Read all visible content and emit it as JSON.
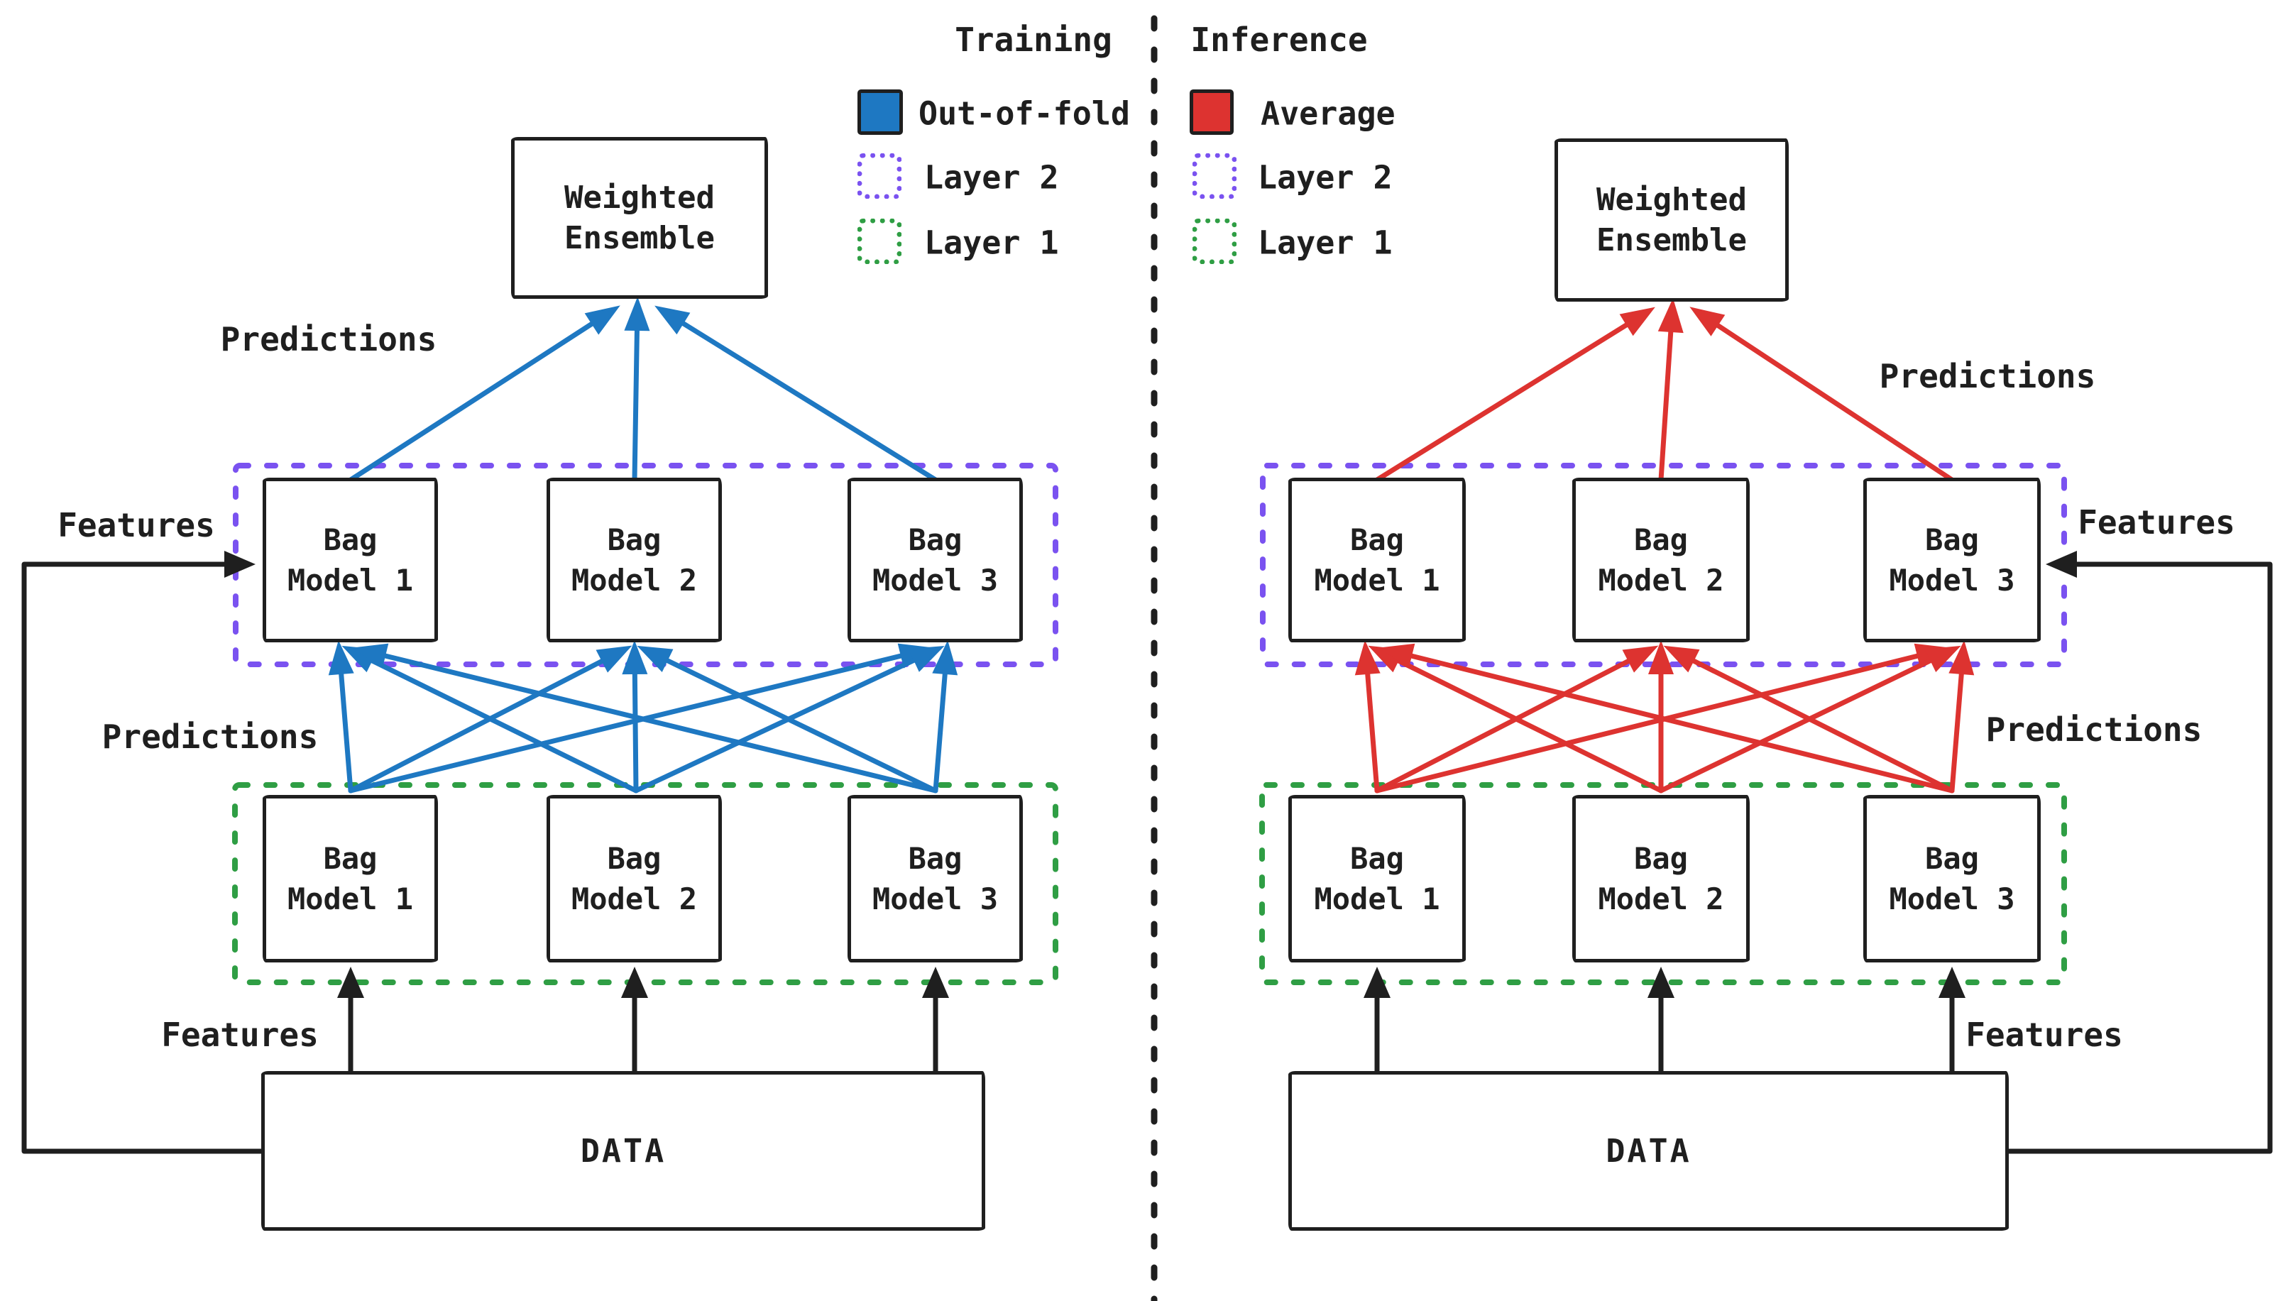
{
  "colors": {
    "training_accent": "#1e78c2",
    "inference_accent": "#dd3330",
    "layer2_border": "#7a52f0",
    "layer1_border": "#2f9e44",
    "ink": "#1f1f1f"
  },
  "legend": {
    "training": {
      "title": "Training",
      "swatch_label": "Out-of-fold",
      "layer2_label": "Layer 2",
      "layer1_label": "Layer 1"
    },
    "inference": {
      "title": "Inference",
      "swatch_label": "Average",
      "layer2_label": "Layer 2",
      "layer1_label": "Layer 1"
    }
  },
  "training": {
    "ensemble": {
      "line1": "Weighted",
      "line2": "Ensemble"
    },
    "labels": {
      "predictions_top": "Predictions",
      "predictions_mid": "Predictions",
      "features_side": "Features",
      "features_bottom": "Features"
    },
    "layer2_models": [
      {
        "line1": "Bag",
        "line2": "Model 1"
      },
      {
        "line1": "Bag",
        "line2": "Model 2"
      },
      {
        "line1": "Bag",
        "line2": "Model 3"
      }
    ],
    "layer1_models": [
      {
        "line1": "Bag",
        "line2": "Model 1"
      },
      {
        "line1": "Bag",
        "line2": "Model 2"
      },
      {
        "line1": "Bag",
        "line2": "Model 3"
      }
    ],
    "data_label": "DATA"
  },
  "inference": {
    "ensemble": {
      "line1": "Weighted",
      "line2": "Ensemble"
    },
    "labels": {
      "predictions_top": "Predictions",
      "predictions_mid": "Predictions",
      "features_side": "Features",
      "features_bottom": "Features"
    },
    "layer2_models": [
      {
        "line1": "Bag",
        "line2": "Model 1"
      },
      {
        "line1": "Bag",
        "line2": "Model 2"
      },
      {
        "line1": "Bag",
        "line2": "Model 3"
      }
    ],
    "layer1_models": [
      {
        "line1": "Bag",
        "line2": "Model 1"
      },
      {
        "line1": "Bag",
        "line2": "Model 2"
      },
      {
        "line1": "Bag",
        "line2": "Model 3"
      }
    ],
    "data_label": "DATA"
  }
}
